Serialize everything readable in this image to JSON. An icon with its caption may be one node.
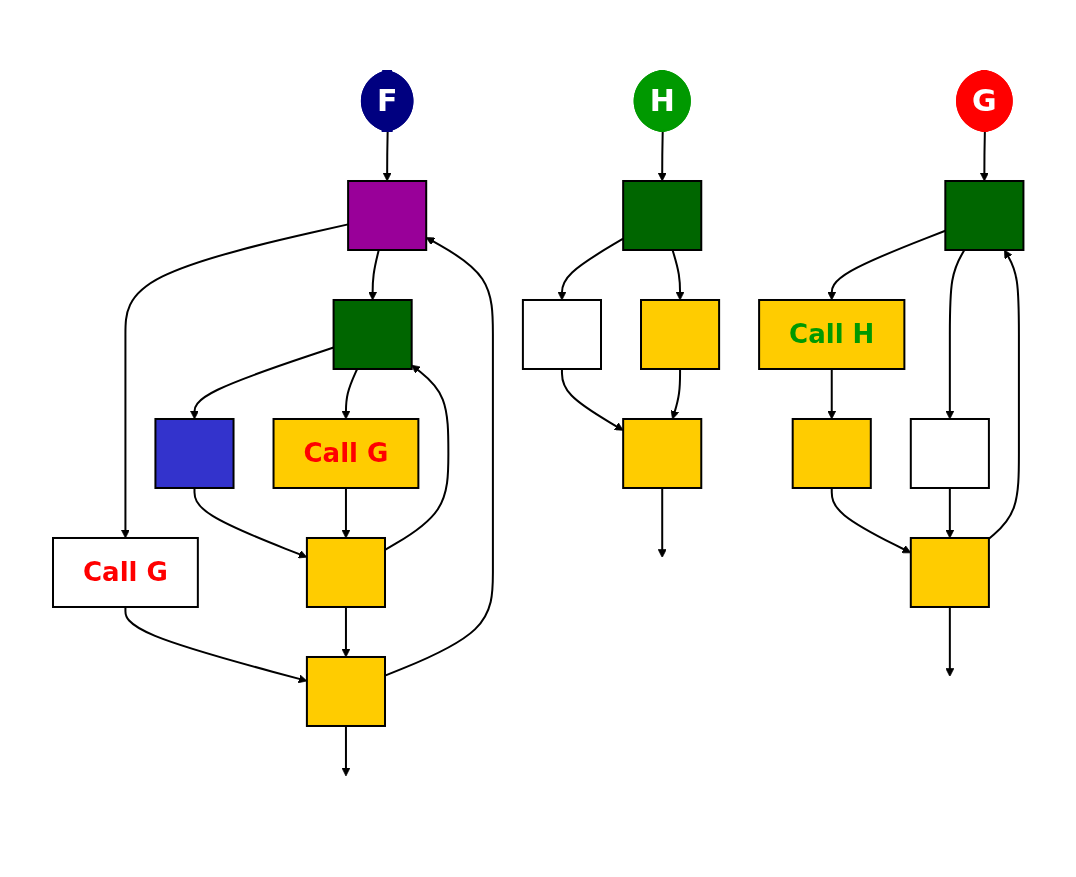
{
  "diagram": {
    "nodes": [
      {
        "text": [
          "F"
        ]
      },
      {
        "text": [
          "G"
        ]
      },
      {
        "text": [
          "H"
        ]
      },
      {
        "text": [],
        "shape": "box"
      },
      {
        "text": [],
        "shape": "box"
      },
      {
        "text": [
          "Call G"
        ]
      },
      {
        "text": [],
        "shape": "box"
      },
      {
        "text": [
          "Call G"
        ]
      },
      {
        "text": [],
        "shape": "box"
      },
      {
        "text": [],
        "shape": "box"
      },
      {
        "text": [],
        "shape": "box"
      },
      {
        "text": [
          "Call H"
        ]
      },
      {
        "text": [],
        "shape": "box"
      },
      {
        "text": [],
        "shape": "box"
      },
      {
        "text": [],
        "shape": "box"
      },
      {
        "text": [],
        "shape": "box"
      },
      {
        "text": [],
        "shape": "box"
      },
      {
        "text": [],
        "shape": "box"
      },
      {
        "text": [],
        "shape": "box"
      }
    ],
    "edges": [
      {
        "from": 0,
        "to": 3,
        "arrow": "to"
      },
      {
        "from": 3,
        "to": 5,
        "arrow": "to"
      },
      {
        "from": 3,
        "to": 4,
        "arrow": "to"
      },
      {
        "from": 4,
        "to": 6,
        "arrow": "to"
      },
      {
        "from": 4,
        "to": 7,
        "arrow": "to"
      },
      {
        "from": 6,
        "to": 8,
        "arrow": "to"
      },
      {
        "from": 7,
        "to": 8,
        "arrow": "to"
      },
      {
        "from": 8,
        "to": 4,
        "arrow": "to"
      },
      {
        "from": 5,
        "to": 9,
        "arrow": "to"
      },
      {
        "from": 8,
        "to": 9,
        "arrow": "to"
      },
      {
        "from": 9,
        "to": 3,
        "arrow": "to"
      },
      {
        "from": 9,
        "to": null,
        "arrow": "to"
      },
      {
        "from": 1,
        "to": 10,
        "arrow": "to"
      },
      {
        "from": 10,
        "to": 11,
        "arrow": "to"
      },
      {
        "from": 10,
        "to": 12,
        "arrow": "to"
      },
      {
        "from": 11,
        "to": 13,
        "arrow": "to"
      },
      {
        "from": 13,
        "to": 14,
        "arrow": "to"
      },
      {
        "from": 12,
        "to": 14,
        "arrow": "to"
      },
      {
        "from": 14,
        "to": 10,
        "arrow": "to"
      },
      {
        "from": 14,
        "to": null,
        "arrow": "to"
      },
      {
        "from": 2,
        "to": 15,
        "arrow": "to"
      },
      {
        "from": 15,
        "to": 16,
        "arrow": "to"
      },
      {
        "from": 15,
        "to": 17,
        "arrow": "to"
      },
      {
        "from": 16,
        "to": 18,
        "arrow": "to"
      },
      {
        "from": 17,
        "to": 18,
        "arrow": "to"
      },
      {
        "from": 18,
        "to": null,
        "arrow": "to"
      }
    ]
  }
}
